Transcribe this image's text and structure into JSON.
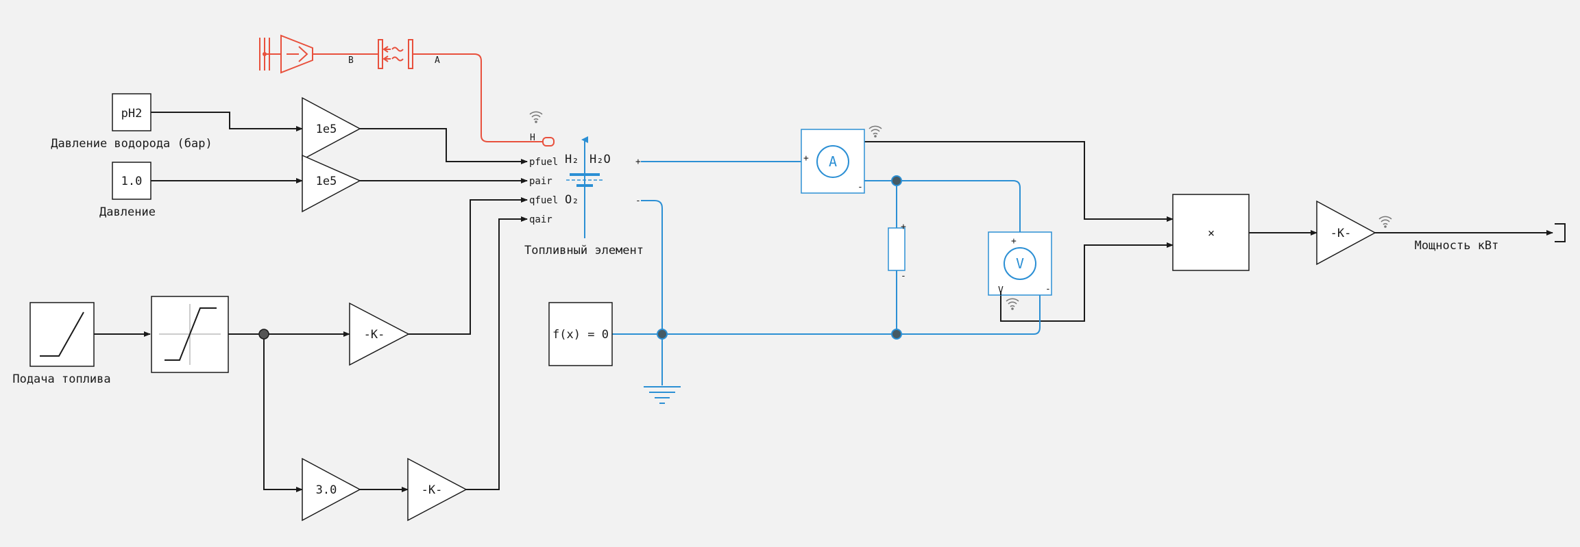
{
  "colors": {
    "background": "#f2f2f2",
    "signal": "#1a1a1a",
    "electrical": "#2b8fd4",
    "hydraulic": "#e8503c",
    "block_fill": "#ffffff"
  },
  "blocks": {
    "ph2_const": "pH2",
    "ph2_label": "Давление водорода (бар)",
    "pair_const": "1.0",
    "pair_label": "Давление",
    "gain_top": "1e5",
    "gain_mid": "1e5",
    "ramp_label": "Подача топлива",
    "gain_k_upper": "-K-",
    "gain_3": "3.0",
    "gain_k_lower": "-K-",
    "solver": "f(x) = 0",
    "product": "×",
    "gain_out": "-K-",
    "output_label": "Мощность кВт"
  },
  "fuel_cell": {
    "label": "Топливный элемент",
    "ports": [
      "pfuel",
      "pair",
      "qfuel",
      "qair"
    ],
    "h2": "H₂",
    "h2o": "H₂O",
    "o2": "O₂",
    "plus": "+",
    "minus": "-",
    "h_port": "H"
  },
  "hydraulic": {
    "port_b": "B",
    "port_a": "A"
  },
  "ammeter": {
    "symbol": "A",
    "plus": "+",
    "minus": "-"
  },
  "voltmeter": {
    "symbol": "V",
    "plus": "+",
    "minus": "-",
    "port": "V"
  },
  "resistor": {
    "plus": "+",
    "minus": "-"
  },
  "icons": [
    "signal-probe-icon",
    "ground-icon",
    "outport-icon",
    "ramp-icon",
    "saturation-icon"
  ]
}
